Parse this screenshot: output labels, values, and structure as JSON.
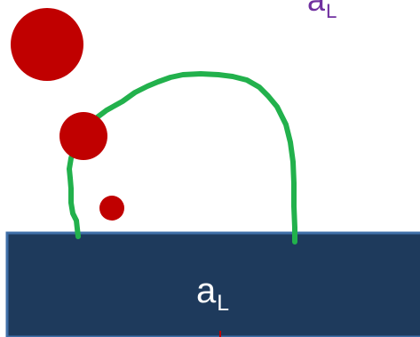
{
  "labels": {
    "top": {
      "base": "a",
      "sub": "L"
    },
    "block": {
      "base": "a",
      "sub": "L"
    }
  },
  "colors": {
    "background": "#ffffff",
    "block_fill": "#1e3a5c",
    "block_stroke": "#3f6fa8",
    "particle": "#c00000",
    "curve": "#22b14c",
    "top_label": "#7030a0",
    "block_label": "#ffffff"
  },
  "elements": [
    "particle-large",
    "particle-medium",
    "particle-small",
    "chain-curve",
    "substrate-block"
  ]
}
